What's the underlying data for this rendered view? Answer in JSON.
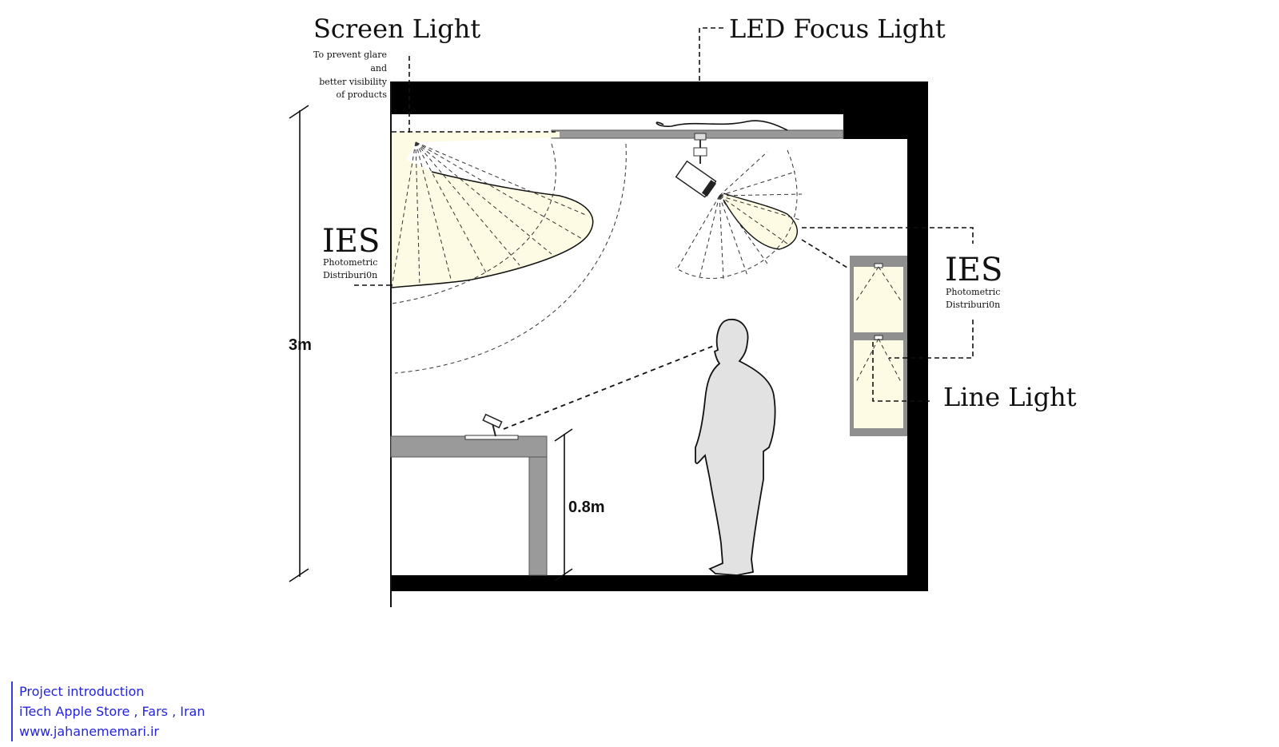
{
  "labels": {
    "screen_light": "Screen Light",
    "screen_light_note": [
      "To prevent glare",
      "and",
      "better visibility",
      "of products"
    ],
    "led_focus_light": "LED Focus Light",
    "ies_left": "IES",
    "ies_left_sub": [
      "Photometric",
      "Distriburi0n"
    ],
    "ies_right": "IES",
    "ies_right_sub": [
      "Photometric",
      "Distriburi0n"
    ],
    "line_light": "Line Light",
    "height_total": "3m",
    "height_table": "0.8m"
  },
  "footer": {
    "line1": "Project introduction",
    "line2": "iTech Apple Store , Fars , Iran",
    "line3": "www.jahanememari.ir"
  },
  "colors": {
    "wall": "#000000",
    "furniture": "#9a9a9a",
    "light_fill": "#fdfbe3",
    "person": "#e0e0e0",
    "footer_text": "#2424d9"
  }
}
